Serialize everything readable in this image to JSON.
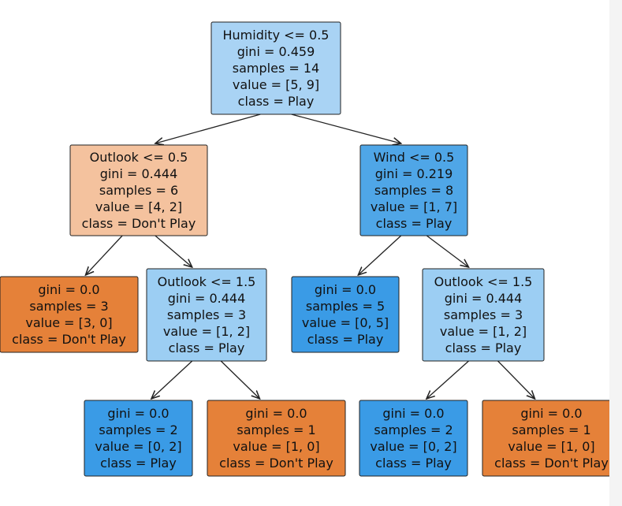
{
  "tree": {
    "nodes": [
      {
        "id": "root",
        "fill": "#a9d3f4",
        "lines": [
          "Humidity <= 0.5",
          "gini = 0.459",
          "samples = 14",
          "value = [5, 9]",
          "class = Play"
        ]
      },
      {
        "id": "outlook-left",
        "fill": "#f4c29e",
        "lines": [
          "Outlook <= 0.5",
          "gini = 0.444",
          "samples = 6",
          "value = [4, 2]",
          "class = Don't Play"
        ]
      },
      {
        "id": "wind",
        "fill": "#4fa6e7",
        "lines": [
          "Wind <= 0.5",
          "gini = 0.219",
          "samples = 8",
          "value = [1, 7]",
          "class = Play"
        ]
      },
      {
        "id": "leaf-1",
        "fill": "#e58139",
        "lines": [
          "gini = 0.0",
          "samples = 3",
          "value = [3, 0]",
          "class = Don't Play"
        ]
      },
      {
        "id": "outlook-mid-left",
        "fill": "#9ccef3",
        "lines": [
          "Outlook <= 1.5",
          "gini = 0.444",
          "samples = 3",
          "value = [1, 2]",
          "class = Play"
        ]
      },
      {
        "id": "leaf-3",
        "fill": "#3a9be6",
        "lines": [
          "gini = 0.0",
          "samples = 5",
          "value = [0, 5]",
          "class = Play"
        ]
      },
      {
        "id": "outlook-mid-right",
        "fill": "#9ccef3",
        "lines": [
          "Outlook <= 1.5",
          "gini = 0.444",
          "samples = 3",
          "value = [1, 2]",
          "class = Play"
        ]
      },
      {
        "id": "leaf-5",
        "fill": "#3a9be6",
        "lines": [
          "gini = 0.0",
          "samples = 2",
          "value = [0, 2]",
          "class = Play"
        ]
      },
      {
        "id": "leaf-6",
        "fill": "#e58139",
        "lines": [
          "gini = 0.0",
          "samples = 1",
          "value = [1, 0]",
          "class = Don't Play"
        ]
      },
      {
        "id": "leaf-7",
        "fill": "#3a9be6",
        "lines": [
          "gini = 0.0",
          "samples = 2",
          "value = [0, 2]",
          "class = Play"
        ]
      },
      {
        "id": "leaf-8",
        "fill": "#e58139",
        "lines": [
          "gini = 0.0",
          "samples = 1",
          "value = [1, 0]",
          "class = Don't Play"
        ]
      }
    ],
    "edges": [
      [
        "root",
        "outlook-left"
      ],
      [
        "root",
        "wind"
      ],
      [
        "outlook-left",
        "leaf-1"
      ],
      [
        "outlook-left",
        "outlook-mid-left"
      ],
      [
        "wind",
        "leaf-3"
      ],
      [
        "wind",
        "outlook-mid-right"
      ],
      [
        "outlook-mid-left",
        "leaf-5"
      ],
      [
        "outlook-mid-left",
        "leaf-6"
      ],
      [
        "outlook-mid-right",
        "leaf-7"
      ],
      [
        "outlook-mid-right",
        "leaf-8"
      ]
    ]
  }
}
